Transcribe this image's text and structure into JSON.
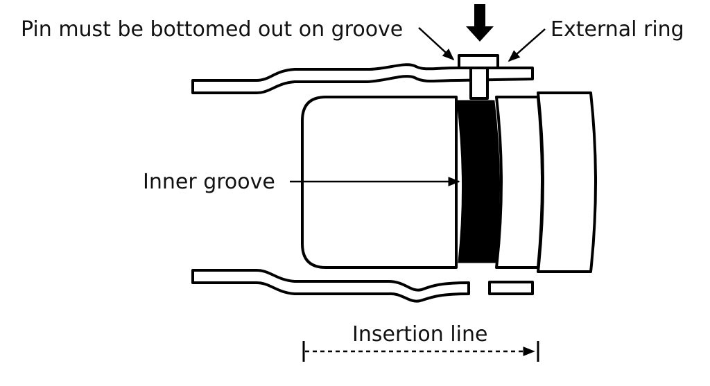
{
  "labels": {
    "pin": "Pin must be bottomed out on groove",
    "ring": "External ring",
    "groove": "Inner groove",
    "insertion": "Insertion line"
  }
}
